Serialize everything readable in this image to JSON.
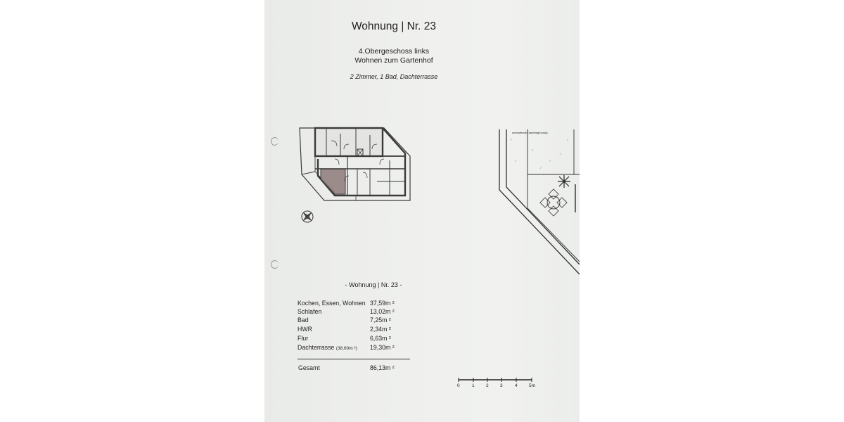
{
  "header": {
    "title": "Wohnung | Nr. 23",
    "floor": "4.Obergeschoss links",
    "subtitle": "Wohnen zum Gartenhof",
    "rooms": "2 Zimmer, 1 Bad, Dachterrasse"
  },
  "plan": {
    "terrace_note": "umlaufende Dachbegrünung"
  },
  "area_table": {
    "title": "- Wohnung | Nr. 23 -",
    "rows": [
      {
        "name": "Kochen, Essen, Wohnen",
        "value": "37,59m ²"
      },
      {
        "name": "Schlafen",
        "value": "13,02m ²"
      },
      {
        "name": "Bad",
        "value": "7,25m ²"
      },
      {
        "name": "HWR",
        "value": "2,34m ²"
      },
      {
        "name": "Flur",
        "value": "6,63m ²"
      },
      {
        "name": "Dachterrasse",
        "note": "(38,60m ²)",
        "value": "19,30m ²"
      }
    ],
    "total_label": "Gesamt",
    "total_value": "86,13m ²"
  },
  "scale_bar": {
    "labels": [
      "0",
      "1",
      "2",
      "3",
      "4",
      "5m"
    ]
  }
}
